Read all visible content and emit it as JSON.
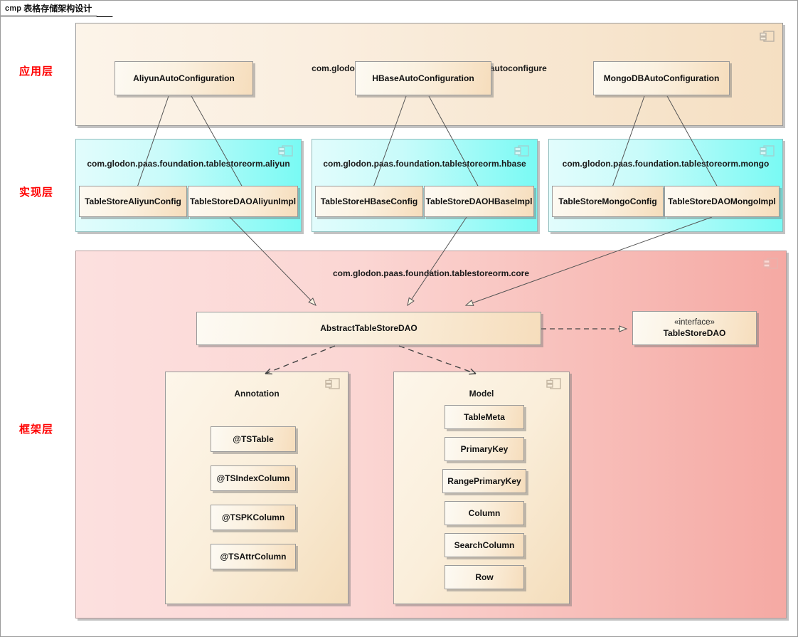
{
  "frame": {
    "keyword": "cmp",
    "title": "表格存储架构设计"
  },
  "layers": [
    {
      "id": "application",
      "label": "应用层"
    },
    {
      "id": "implementation",
      "label": "实现层"
    },
    {
      "id": "framework",
      "label": "框架层"
    }
  ],
  "packages": {
    "autoconfigure": {
      "title": "com.glodon.pass.foundation.tablestoreorm.autoconfigure",
      "icon": "component-icon",
      "components": [
        {
          "label": "AliyunAutoConfiguration"
        },
        {
          "label": "HBaseAutoConfiguration"
        },
        {
          "label": "MongoDBAutoConfiguration"
        }
      ]
    },
    "aliyun": {
      "title": "com.glodon.paas.foundation.tablestoreorm.aliyun",
      "icon": "component-icon",
      "components": [
        {
          "label": "TableStoreAliyunConfig"
        },
        {
          "label": "TableStoreDAOAliyunImpl"
        }
      ]
    },
    "hbase": {
      "title": "com.glodon.paas.foundation.tablestoreorm.hbase",
      "icon": "component-icon",
      "components": [
        {
          "label": "TableStoreHBaseConfig"
        },
        {
          "label": "TableStoreDAOHBaseImpl"
        }
      ]
    },
    "mongo": {
      "title": "com.glodon.paas.foundation.tablestoreorm.mongo",
      "icon": "component-icon",
      "components": [
        {
          "label": "TableStoreMongoConfig"
        },
        {
          "label": "TableStoreDAOMongoImpl"
        }
      ]
    },
    "core": {
      "title": "com.glodon.paas.foundation.tablestoreorm.core",
      "icon": "component-icon",
      "abstract_dao": {
        "label": "AbstractTableStoreDAO"
      },
      "interface_dao": {
        "stereotype": "«interface»",
        "label": "TableStoreDAO"
      },
      "annotation": {
        "title": "Annotation",
        "icon": "component-icon",
        "items": [
          {
            "label": "@TSTable"
          },
          {
            "label": "@TSIndexColumn"
          },
          {
            "label": "@TSPKColumn"
          },
          {
            "label": "@TSAttrColumn"
          }
        ]
      },
      "model": {
        "title": "Model",
        "icon": "component-icon",
        "items": [
          {
            "label": "TableMeta"
          },
          {
            "label": "PrimaryKey"
          },
          {
            "label": "RangePrimaryKey"
          },
          {
            "label": "Column"
          },
          {
            "label": "SearchColumn"
          },
          {
            "label": "Row"
          }
        ]
      }
    }
  },
  "colors": {
    "layer_label": "#ff0000",
    "application_package": "#f5dfc2",
    "implementation_package": "#79faf4",
    "framework_package": "#f5a9a3",
    "component_box": "#f6ddbc",
    "line": "#555555"
  },
  "relations": [
    {
      "from": "AliyunAutoConfiguration",
      "to": "TableStoreAliyunConfig",
      "type": "association"
    },
    {
      "from": "AliyunAutoConfiguration",
      "to": "TableStoreDAOAliyunImpl",
      "type": "association"
    },
    {
      "from": "HBaseAutoConfiguration",
      "to": "TableStoreHBaseConfig",
      "type": "association"
    },
    {
      "from": "HBaseAutoConfiguration",
      "to": "TableStoreDAOHBaseImpl",
      "type": "association"
    },
    {
      "from": "MongoDBAutoConfiguration",
      "to": "TableStoreMongoConfig",
      "type": "association"
    },
    {
      "from": "MongoDBAutoConfiguration",
      "to": "TableStoreDAOMongoImpl",
      "type": "association"
    },
    {
      "from": "TableStoreDAOAliyunImpl",
      "to": "AbstractTableStoreDAO",
      "type": "generalization"
    },
    {
      "from": "TableStoreDAOHBaseImpl",
      "to": "AbstractTableStoreDAO",
      "type": "generalization"
    },
    {
      "from": "TableStoreDAOMongoImpl",
      "to": "AbstractTableStoreDAO",
      "type": "generalization"
    },
    {
      "from": "AbstractTableStoreDAO",
      "to": "TableStoreDAO",
      "type": "realization"
    },
    {
      "from": "AbstractTableStoreDAO",
      "to": "Annotation",
      "type": "dependency"
    },
    {
      "from": "AbstractTableStoreDAO",
      "to": "Model",
      "type": "dependency"
    }
  ]
}
